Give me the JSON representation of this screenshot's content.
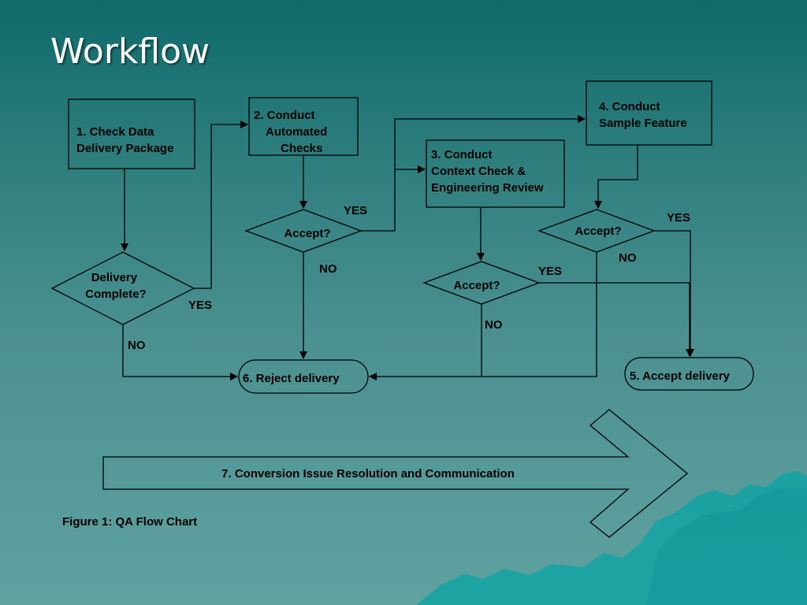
{
  "slide": {
    "title": "Workflow",
    "caption": "Figure 1: QA Flow Chart"
  },
  "nodes": {
    "check_package": [
      "1. Check Data",
      "Delivery Package"
    ],
    "automated_checks": [
      "2. Conduct",
      "Automated",
      "Checks"
    ],
    "context_check": [
      "3. Conduct",
      "Context Check &",
      "Engineering Review"
    ],
    "sample_feature": [
      "4. Conduct",
      "Sample Feature"
    ],
    "accept_delivery": "5. Accept delivery",
    "reject_delivery": "6.  Reject delivery",
    "delivery_complete": [
      "Delivery",
      "Complete?"
    ],
    "accept_decision": "Accept?",
    "resolution": "7. Conversion Issue Resolution and Communication"
  },
  "edge_labels": {
    "yes": "YES",
    "no": "NO"
  },
  "colors": {
    "background_top": "#0f6a6a",
    "background_bottom": "#5fa2a0",
    "mountain": "#17a3a3"
  }
}
